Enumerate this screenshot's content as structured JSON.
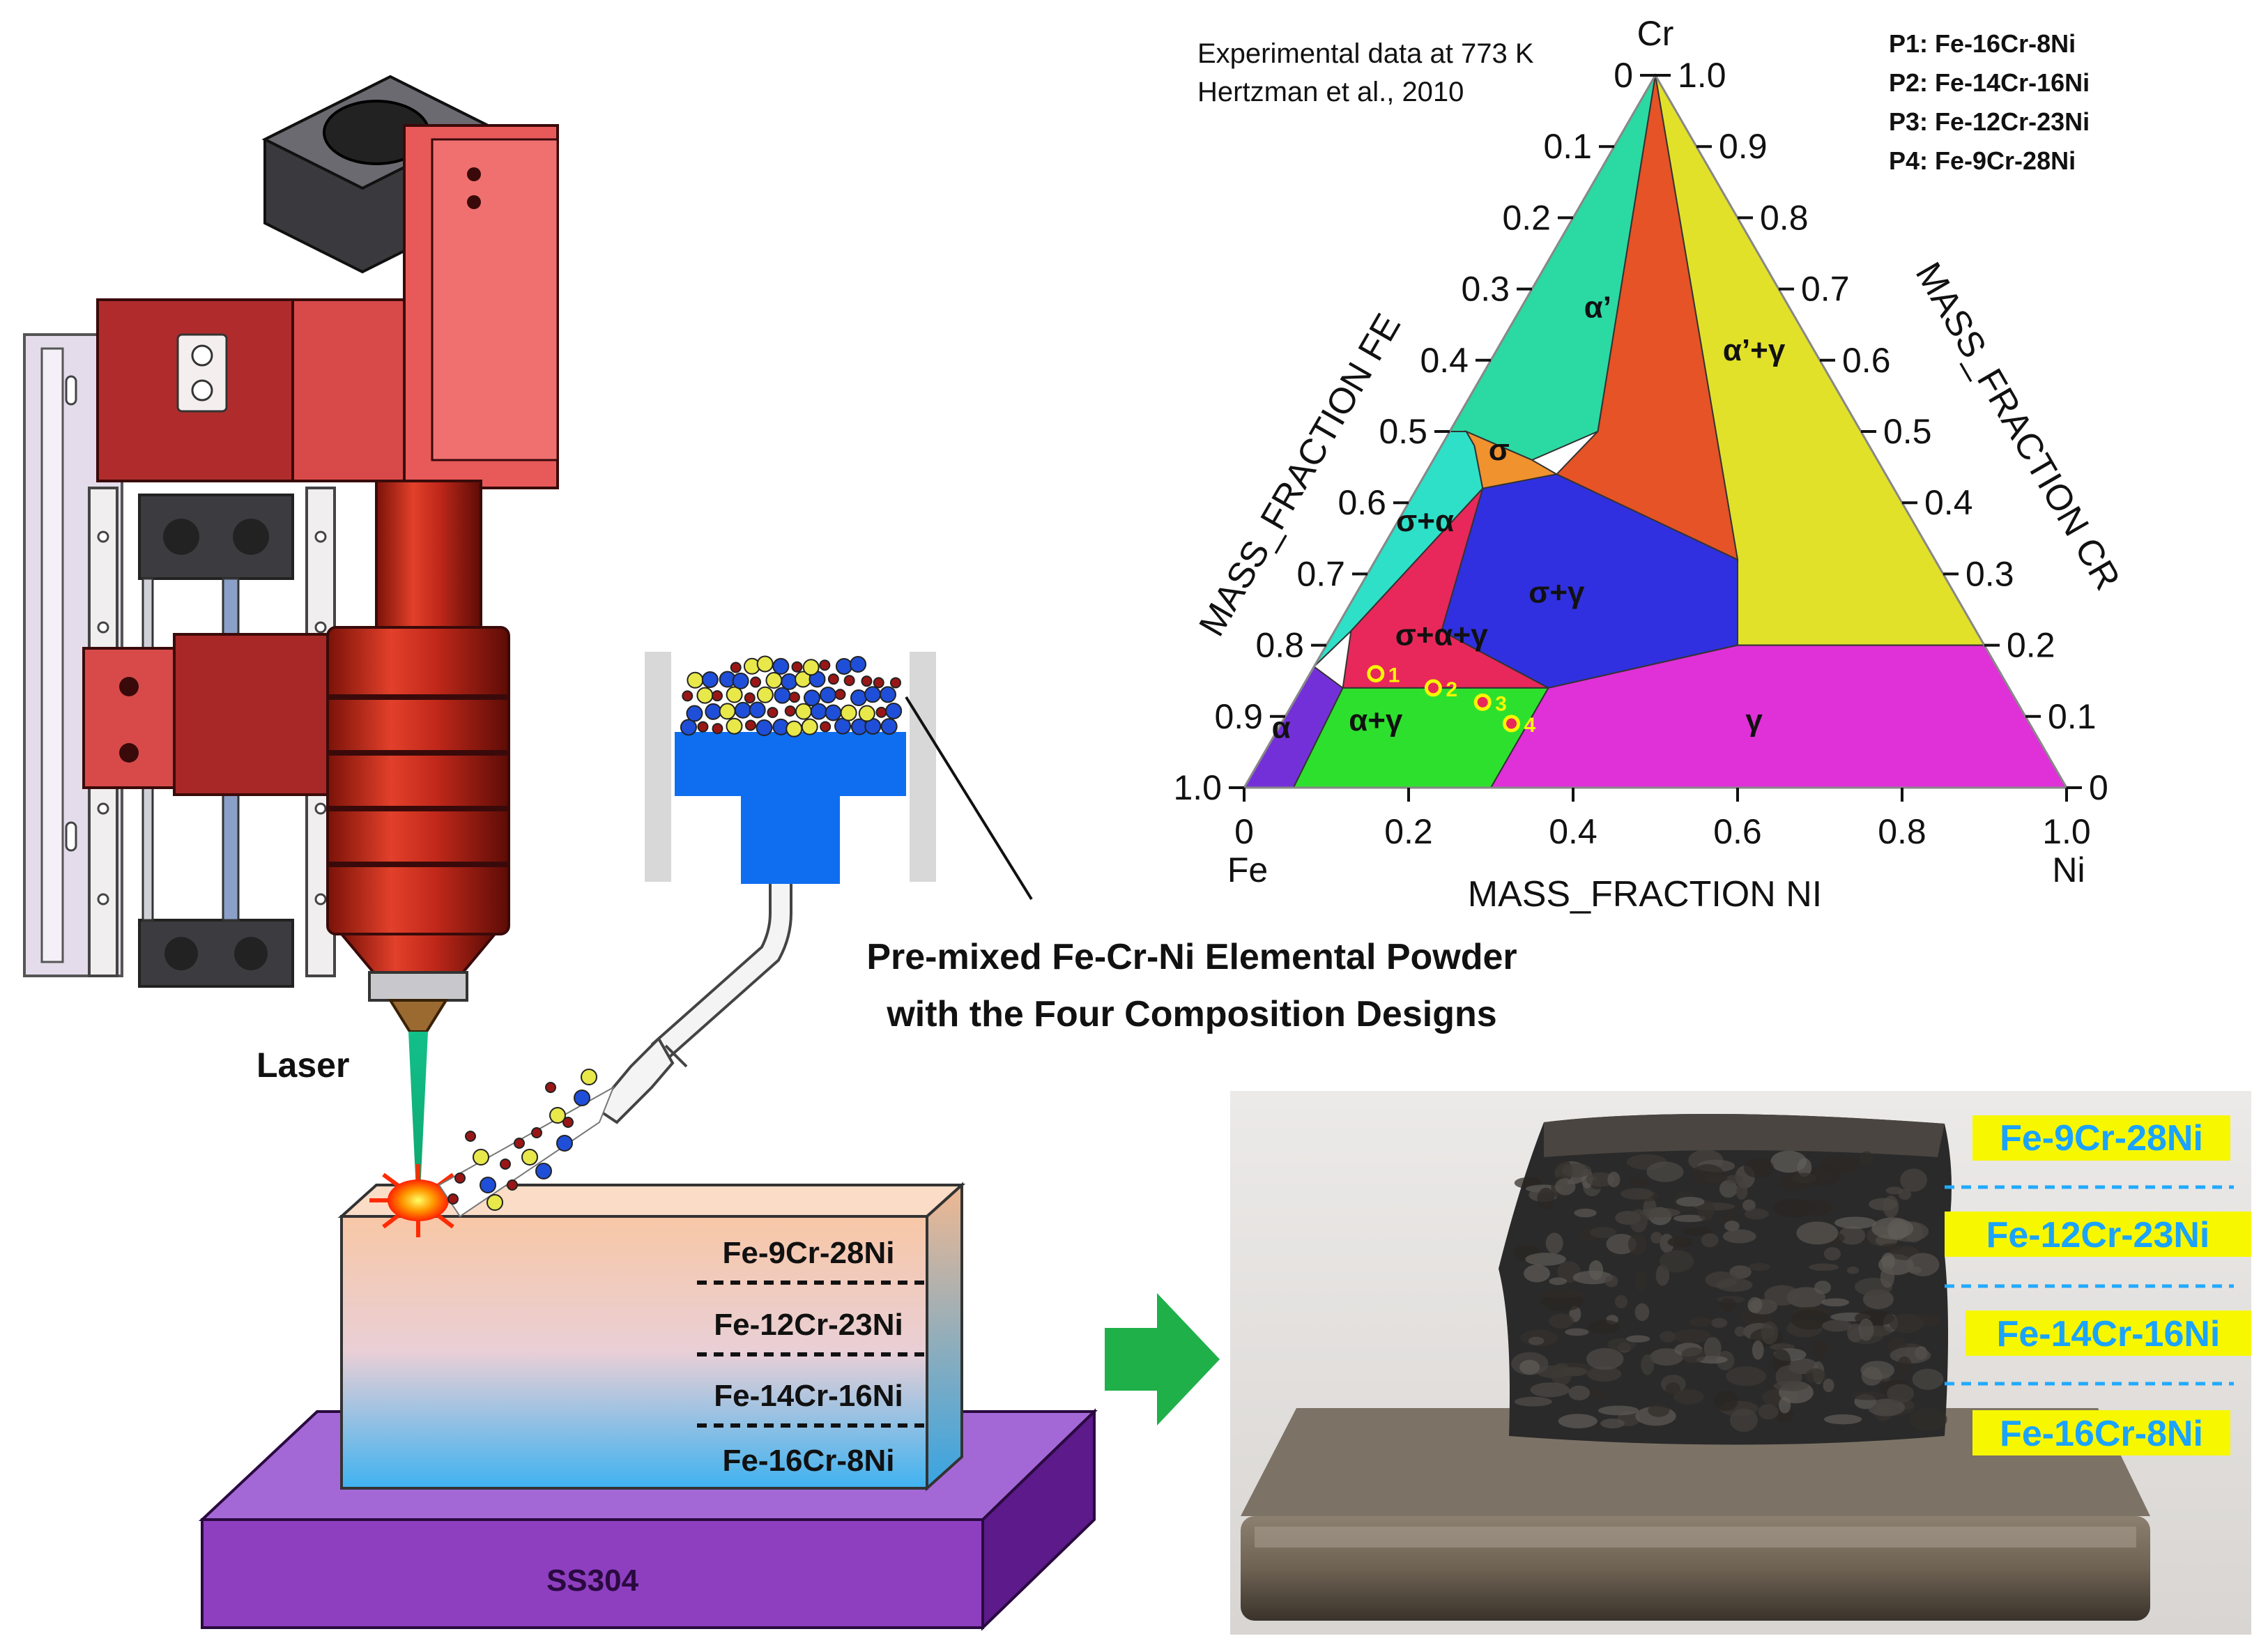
{
  "laser_label": "Laser",
  "powder": {
    "caption_line1": "Pre-mixed Fe-Cr-Ni Elemental Powder",
    "caption_line2": "with the Four Composition Designs",
    "colors": {
      "blue": "#1f4fd8",
      "red": "#9a1616",
      "yellow": "#e8e84a"
    }
  },
  "substrate": {
    "label": "SS304",
    "color": "#8e3fc0"
  },
  "block_layers": [
    "Fe-9Cr-28Ni",
    "Fe-12Cr-23Ni",
    "Fe-14Cr-16Ni",
    "Fe-16Cr-8Ni"
  ],
  "photo_layers": [
    "Fe-9Cr-28Ni",
    "Fe-12Cr-23Ni",
    "Fe-14Cr-16Ni",
    "Fe-16Cr-8Ni"
  ],
  "arrow_color": "#1fb04a",
  "ternary": {
    "source_line1": "Experimental data at 773 K",
    "source_line2": "Hertzman et al., 2010",
    "apex_top": "Cr",
    "apex_left": "Fe",
    "apex_right": "Ni",
    "axis_bottom": "MASS_FRACTION NI",
    "axis_left": "MASS_FRACTION FE",
    "axis_right": "MASS_FRACTION CR",
    "bottom_ticks": [
      "0",
      "0.2",
      "0.4",
      "0.6",
      "0.8",
      "1.0"
    ],
    "left_ticks": [
      "0",
      "0.1",
      "0.2",
      "0.3",
      "0.4",
      "0.5",
      "0.6",
      "0.7",
      "0.8",
      "0.9",
      "1.0"
    ],
    "right_ticks": [
      "1.0",
      "0.9",
      "0.8",
      "0.7",
      "0.6",
      "0.5",
      "0.4",
      "0.3",
      "0.2",
      "0.1",
      "0"
    ],
    "legend": [
      "P1: Fe-16Cr-8Ni",
      "P2: Fe-14Cr-16Ni",
      "P3: Fe-12Cr-23Ni",
      "P4: Fe-9Cr-28Ni"
    ],
    "phases": [
      {
        "label": "α’",
        "color": "#2bd9a3"
      },
      {
        "label": "α’+γ",
        "color": "#e2e12a"
      },
      {
        "label": "σ",
        "color": "#f0922e"
      },
      {
        "label": "σ+α",
        "color": "#2ee0c8"
      },
      {
        "label": "σ+γ",
        "color": "#3030e0"
      },
      {
        "label": "σ+α+γ",
        "color": "#e8285a"
      },
      {
        "label": "α+γ",
        "color": "#2ee02e"
      },
      {
        "label": "α",
        "color": "#7430d8"
      },
      {
        "label": "γ",
        "color": "#e030d8"
      },
      {
        "label": "",
        "color": "#e55326"
      }
    ],
    "points": [
      {
        "label": "1",
        "cr": 0.16,
        "ni": 0.08
      },
      {
        "label": "2",
        "cr": 0.14,
        "ni": 0.16
      },
      {
        "label": "3",
        "cr": 0.12,
        "ni": 0.23
      },
      {
        "label": "4",
        "cr": 0.09,
        "ni": 0.28
      }
    ]
  }
}
